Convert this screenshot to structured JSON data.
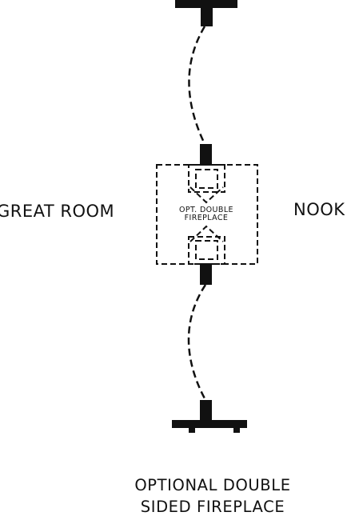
{
  "diagram": {
    "rooms": {
      "left": "GREAT ROOM",
      "right": "NOOK"
    },
    "fireplace": {
      "label_line1": "OPT. DOUBLE",
      "label_line2": "FIREPLACE"
    },
    "caption": {
      "line1": "OPTIONAL DOUBLE",
      "line2": "SIDED FIREPLACE"
    },
    "colors": {
      "ink": "#111111",
      "background": "#ffffff"
    }
  }
}
